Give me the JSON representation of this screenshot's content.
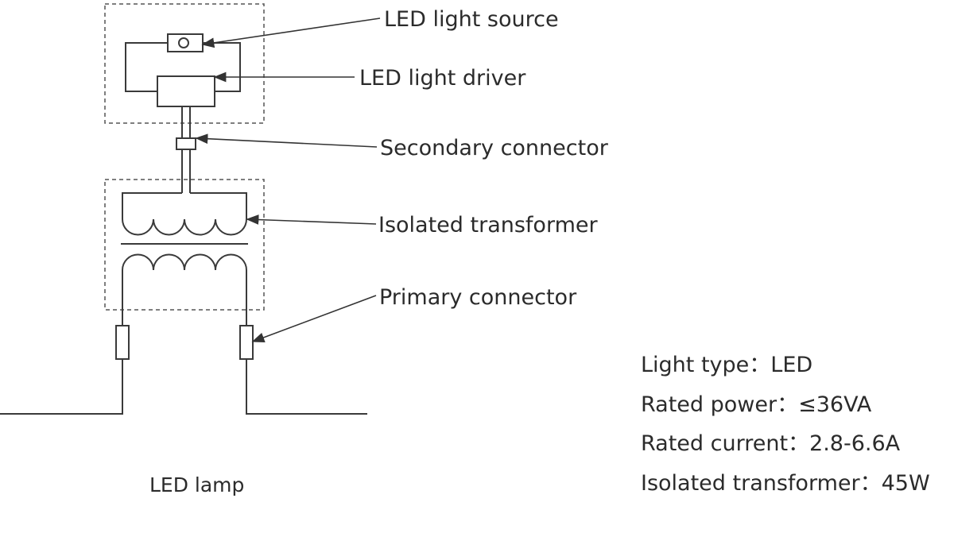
{
  "labels": {
    "led_light_source": "LED light source",
    "led_light_driver": "LED light driver",
    "secondary_connector": "Secondary connector",
    "isolated_transformer": "Isolated transformer",
    "primary_connector": "Primary connector"
  },
  "caption": "LED lamp",
  "specs": {
    "light_type": "Light type：LED",
    "rated_power": "Rated power：≤36VA",
    "rated_current": "Rated current：2.8-6.6A",
    "isolated_transformer": "Isolated transformer：45W"
  }
}
